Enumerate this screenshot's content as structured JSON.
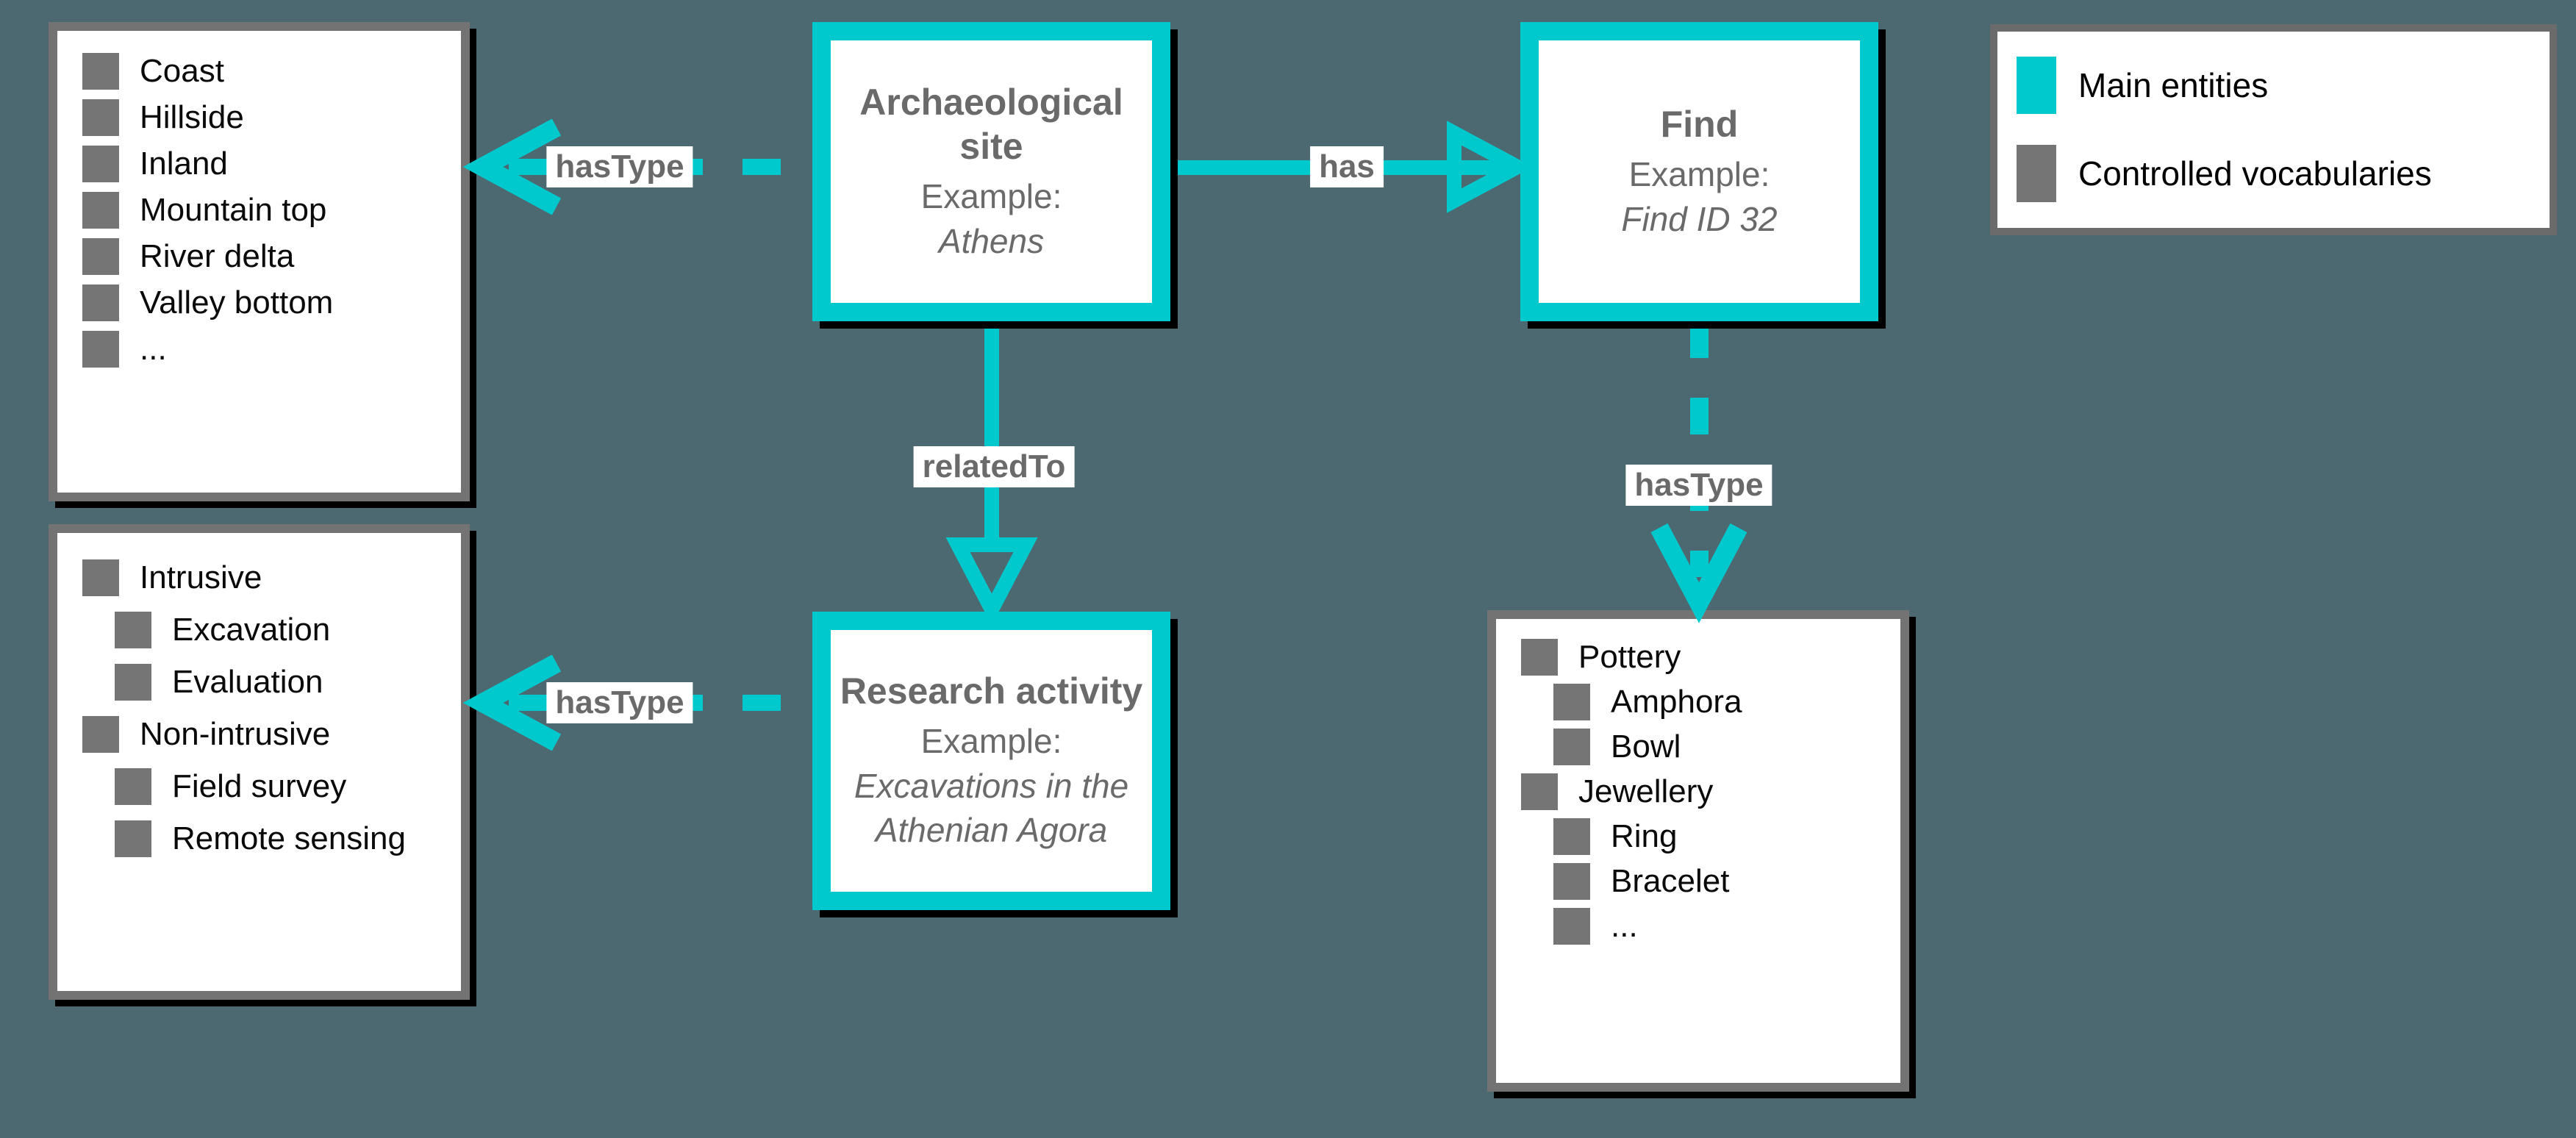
{
  "palette": {
    "bg": "#4C6870",
    "teal": "#00C9CE",
    "grayBorder": "#737373",
    "graySquare": "#757575",
    "legendBorder": "#6B6B6B",
    "darkText": "#6A6A6A",
    "listText": "#0A0A0A",
    "shadow": "#000000"
  },
  "entities": {
    "archaeological_site": {
      "title": "Archaeological site",
      "example_label": "Example:",
      "example": "Athens"
    },
    "find": {
      "title": "Find",
      "example_label": "Example:",
      "example": "Find ID 32"
    },
    "research_activity": {
      "title": "Research activity",
      "example_label": "Example:",
      "example": "Excavations in the Athenian Agora"
    }
  },
  "relations": {
    "site_hasType": {
      "label": "hasType"
    },
    "site_has_find": {
      "label": "has"
    },
    "site_relatedTo": {
      "label": "relatedTo"
    },
    "find_hasType": {
      "label": "hasType"
    },
    "research_hasType": {
      "label": "hasType"
    }
  },
  "vocabularies": {
    "site_types": {
      "items": [
        {
          "label": "Coast"
        },
        {
          "label": "Hillside"
        },
        {
          "label": "Inland"
        },
        {
          "label": "Mountain top"
        },
        {
          "label": "River delta"
        },
        {
          "label": "Valley bottom"
        },
        {
          "label": "..."
        }
      ]
    },
    "research_activity_types": {
      "items": [
        {
          "label": "Intrusive"
        },
        {
          "label": "Excavation"
        },
        {
          "label": "Evaluation"
        },
        {
          "label": "Non-intrusive"
        },
        {
          "label": "Field survey"
        },
        {
          "label": "Remote sensing"
        }
      ]
    },
    "find_types": {
      "items": [
        {
          "label": "Pottery"
        },
        {
          "label": "Amphora"
        },
        {
          "label": "Bowl"
        },
        {
          "label": "Jewellery"
        },
        {
          "label": "Ring"
        },
        {
          "label": "Bracelet"
        },
        {
          "label": "..."
        }
      ]
    }
  },
  "legend": {
    "items": [
      {
        "label": "Main entities",
        "swatch": "#00C9CE"
      },
      {
        "label": "Controlled vocabularies",
        "swatch": "#757575"
      }
    ]
  }
}
